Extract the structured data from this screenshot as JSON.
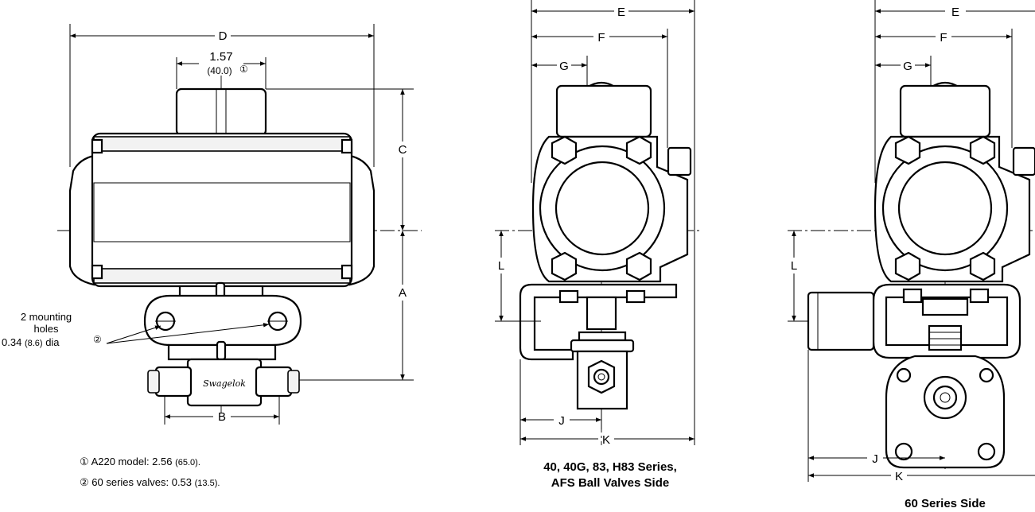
{
  "front_view": {
    "dim_D": "D",
    "dim_157": "1.57",
    "dim_157_metric": "(40.0)",
    "note_marker_1": "①",
    "dim_C": "C",
    "dim_A": "A",
    "dim_B": "B",
    "holes_line1": "2 mounting",
    "holes_line2": "holes",
    "holes_line3_value": "0.34",
    "holes_line3_metric": "(8.6)",
    "holes_line3_unit": "dia",
    "note_marker_2": "②",
    "brand": "Swagelok"
  },
  "notes": [
    {
      "marker": "①",
      "text": "A220 model: 2.56",
      "metric": "(65.0)."
    },
    {
      "marker": "②",
      "text": "60 series valves: 0.53",
      "metric": "(13.5)."
    }
  ],
  "side_view_40": {
    "dim_E": "E",
    "dim_F": "F",
    "dim_G": "G",
    "dim_L": "L",
    "dim_J": "J",
    "dim_K": "K",
    "caption_line1": "40, 40G, 83, H83 Series,",
    "caption_line2": "AFS Ball Valves Side"
  },
  "side_view_60": {
    "dim_E": "E",
    "dim_F": "F",
    "dim_G": "G",
    "dim_L": "L",
    "dim_J": "J",
    "dim_K": "K",
    "caption": "60 Series Side"
  }
}
